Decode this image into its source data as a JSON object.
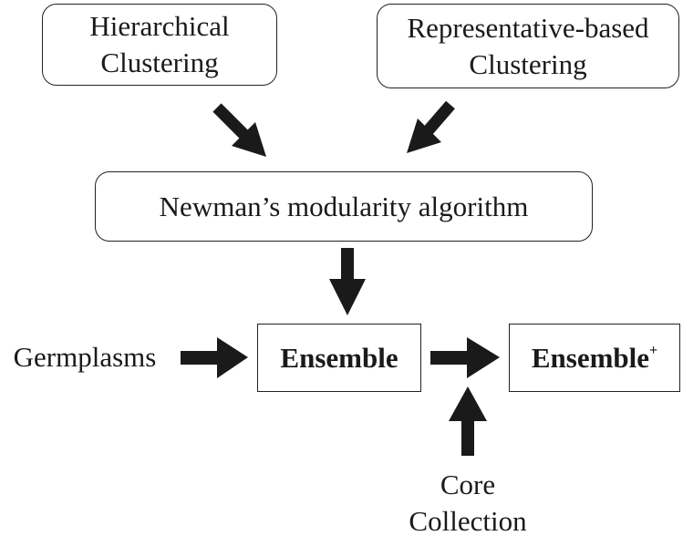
{
  "nodes": {
    "hierarchical": {
      "lines": [
        "Hierarchical",
        "Clustering"
      ]
    },
    "representative": {
      "lines": [
        "Representative-based",
        "Clustering"
      ]
    },
    "newman": {
      "label": "Newman’s modularity algorithm"
    },
    "germplasms": {
      "label": "Germplasms"
    },
    "ensemble": {
      "label": "Ensemble"
    },
    "ensemble_plus": {
      "label": "Ensemble",
      "superscript": "+"
    },
    "core_collection": {
      "lines": [
        "Core",
        "Collection"
      ]
    }
  },
  "edges": [
    {
      "from": "hierarchical",
      "to": "newman"
    },
    {
      "from": "representative",
      "to": "newman"
    },
    {
      "from": "newman",
      "to": "ensemble"
    },
    {
      "from": "germplasms",
      "to": "ensemble"
    },
    {
      "from": "ensemble",
      "to": "ensemble_plus"
    },
    {
      "from": "core_collection",
      "to": "ensemble_plus"
    }
  ]
}
